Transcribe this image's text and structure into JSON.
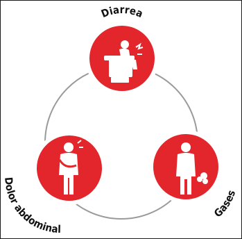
{
  "symptoms": {
    "top": {
      "label": "Diarrea",
      "icon": "person-on-toilet-icon"
    },
    "left": {
      "label": "Dolor abdominal",
      "icon": "person-holding-stomach-icon"
    },
    "right": {
      "label": "Gases",
      "icon": "person-passing-gas-icon"
    }
  },
  "colors": {
    "circle": "#e3262b",
    "ring": "#ffffff",
    "connector": "#9a9a9a",
    "text": "#111111"
  }
}
